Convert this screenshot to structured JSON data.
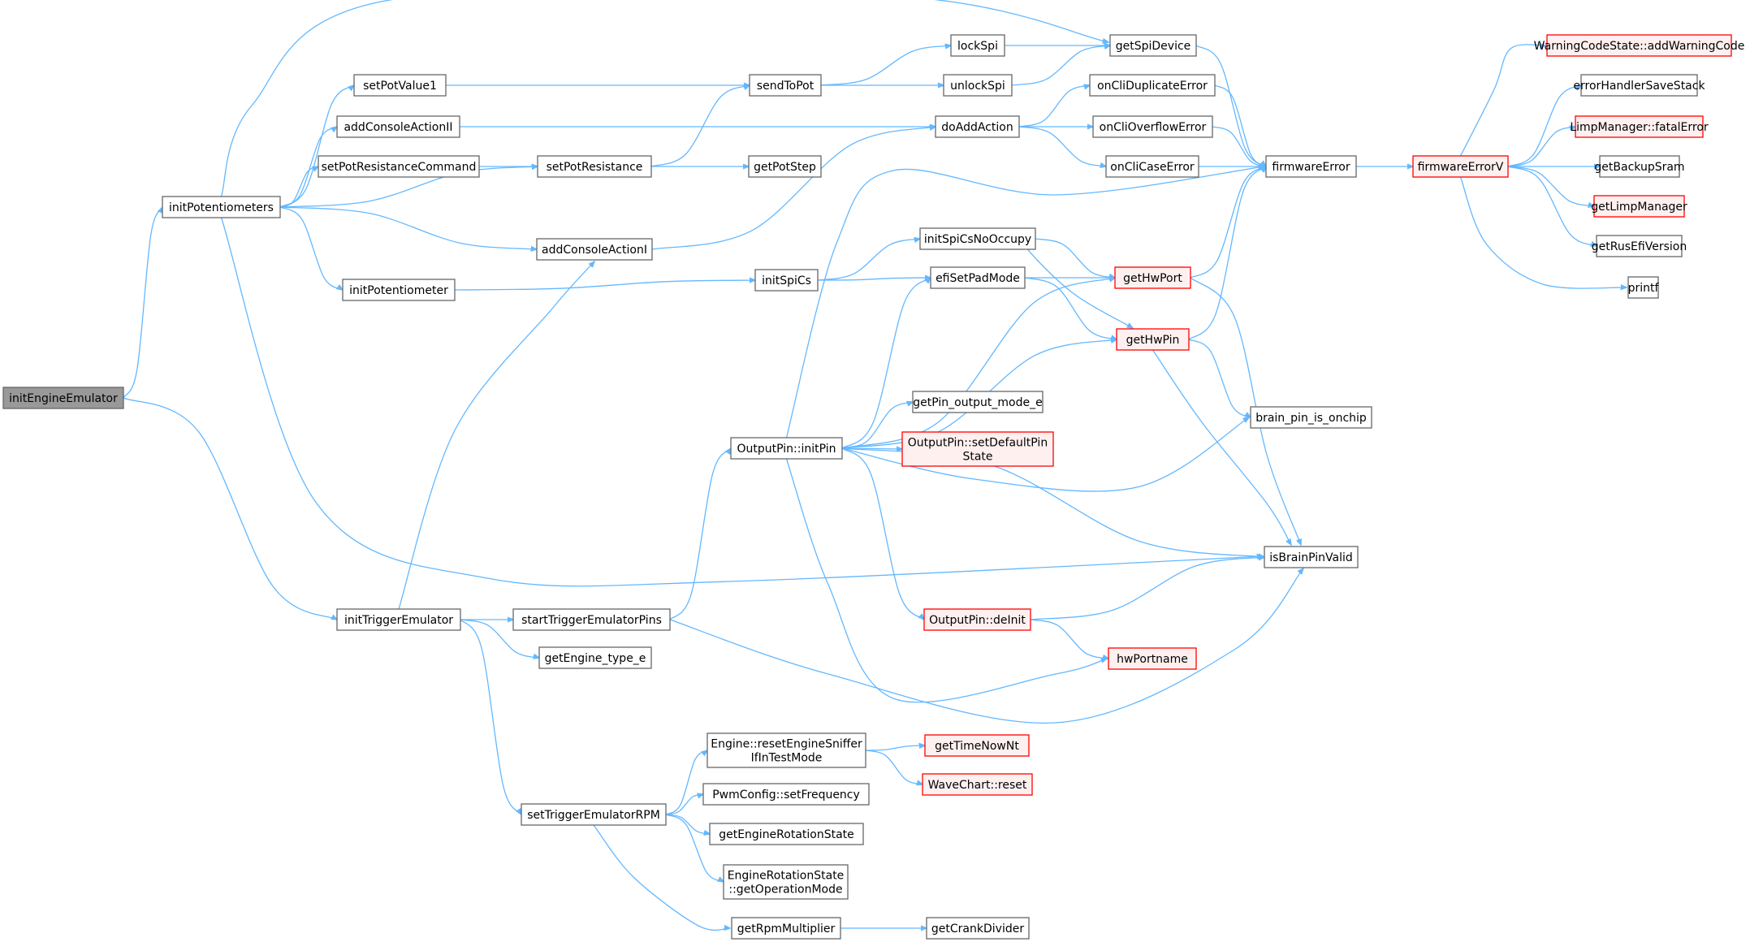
{
  "colors": {
    "edge": "#63b8ff",
    "node_border": "#666666",
    "node_fill": "#ffffff",
    "root_fill": "#999999",
    "root_border": "#666666",
    "red_border": "#ff0000",
    "red_fill": "#fff0f0",
    "text": "#000000"
  },
  "nodes": [
    {
      "id": "initEngineEmulator",
      "lines": [
        "initEngineEmulator"
      ],
      "style": "root"
    },
    {
      "id": "initPotentiometers",
      "lines": [
        "initPotentiometers"
      ],
      "style": "normal"
    },
    {
      "id": "initTriggerEmulator",
      "lines": [
        "initTriggerEmulator"
      ],
      "style": "normal"
    },
    {
      "id": "setPotValue1",
      "lines": [
        "setPotValue1"
      ],
      "style": "normal"
    },
    {
      "id": "addConsoleActionII",
      "lines": [
        "addConsoleActionII"
      ],
      "style": "normal"
    },
    {
      "id": "setPotResistanceCommand",
      "lines": [
        "setPotResistanceCommand"
      ],
      "style": "normal"
    },
    {
      "id": "setPotResistance",
      "lines": [
        "setPotResistance"
      ],
      "style": "normal"
    },
    {
      "id": "addConsoleActionI",
      "lines": [
        "addConsoleActionI"
      ],
      "style": "normal"
    },
    {
      "id": "initPotentiometer",
      "lines": [
        "initPotentiometer"
      ],
      "style": "normal"
    },
    {
      "id": "startTriggerEmulatorPins",
      "lines": [
        "startTriggerEmulatorPins"
      ],
      "style": "normal"
    },
    {
      "id": "getEngine_type_e",
      "lines": [
        "getEngine_type_e"
      ],
      "style": "normal"
    },
    {
      "id": "setTriggerEmulatorRPM",
      "lines": [
        "setTriggerEmulatorRPM"
      ],
      "style": "normal"
    },
    {
      "id": "sendToPot",
      "lines": [
        "sendToPot"
      ],
      "style": "normal"
    },
    {
      "id": "getPotStep",
      "lines": [
        "getPotStep"
      ],
      "style": "normal"
    },
    {
      "id": "initSpiCs",
      "lines": [
        "initSpiCs"
      ],
      "style": "normal"
    },
    {
      "id": "OutputPin::initPin",
      "lines": [
        "OutputPin::initPin"
      ],
      "style": "normal"
    },
    {
      "id": "Engine::resetEngineSnifferIfInTestMode",
      "lines": [
        "Engine::resetEngineSniffer",
        "IfInTestMode"
      ],
      "style": "normal"
    },
    {
      "id": "PwmConfig::setFrequency",
      "lines": [
        "PwmConfig::setFrequency"
      ],
      "style": "normal"
    },
    {
      "id": "getEngineRotationState",
      "lines": [
        "getEngineRotationState"
      ],
      "style": "normal"
    },
    {
      "id": "EngineRotationState::getOperationMode",
      "lines": [
        "EngineRotationState",
        "::getOperationMode"
      ],
      "style": "normal"
    },
    {
      "id": "getRpmMultiplier",
      "lines": [
        "getRpmMultiplier"
      ],
      "style": "normal"
    },
    {
      "id": "lockSpi",
      "lines": [
        "lockSpi"
      ],
      "style": "normal"
    },
    {
      "id": "unlockSpi",
      "lines": [
        "unlockSpi"
      ],
      "style": "normal"
    },
    {
      "id": "doAddAction",
      "lines": [
        "doAddAction"
      ],
      "style": "normal"
    },
    {
      "id": "initSpiCsNoOccupy",
      "lines": [
        "initSpiCsNoOccupy"
      ],
      "style": "normal"
    },
    {
      "id": "efiSetPadMode",
      "lines": [
        "efiSetPadMode"
      ],
      "style": "normal"
    },
    {
      "id": "getPin_output_mode_e",
      "lines": [
        "getPin_output_mode_e"
      ],
      "style": "normal"
    },
    {
      "id": "OutputPin::setDefaultPinState",
      "lines": [
        "OutputPin::setDefaultPin",
        "State"
      ],
      "style": "red"
    },
    {
      "id": "OutputPin::deInit",
      "lines": [
        "OutputPin::deInit"
      ],
      "style": "red"
    },
    {
      "id": "getTimeNowNt",
      "lines": [
        "getTimeNowNt"
      ],
      "style": "red"
    },
    {
      "id": "WaveChart::reset",
      "lines": [
        "WaveChart::reset"
      ],
      "style": "red"
    },
    {
      "id": "getCrankDivider",
      "lines": [
        "getCrankDivider"
      ],
      "style": "normal"
    },
    {
      "id": "getSpiDevice",
      "lines": [
        "getSpiDevice"
      ],
      "style": "normal"
    },
    {
      "id": "onCliDuplicateError",
      "lines": [
        "onCliDuplicateError"
      ],
      "style": "normal"
    },
    {
      "id": "onCliOverflowError",
      "lines": [
        "onCliOverflowError"
      ],
      "style": "normal"
    },
    {
      "id": "onCliCaseError",
      "lines": [
        "onCliCaseError"
      ],
      "style": "normal"
    },
    {
      "id": "getHwPort",
      "lines": [
        "getHwPort"
      ],
      "style": "red"
    },
    {
      "id": "getHwPin",
      "lines": [
        "getHwPin"
      ],
      "style": "red"
    },
    {
      "id": "hwPortname",
      "lines": [
        "hwPortname"
      ],
      "style": "red"
    },
    {
      "id": "firmwareError",
      "lines": [
        "firmwareError"
      ],
      "style": "normal"
    },
    {
      "id": "brain_pin_is_onchip",
      "lines": [
        "brain_pin_is_onchip"
      ],
      "style": "normal"
    },
    {
      "id": "isBrainPinValid",
      "lines": [
        "isBrainPinValid"
      ],
      "style": "normal"
    },
    {
      "id": "firmwareErrorV",
      "lines": [
        "firmwareErrorV"
      ],
      "style": "red"
    },
    {
      "id": "WarningCodeState::addWarningCode",
      "lines": [
        "WarningCodeState::addWarningCode"
      ],
      "style": "red"
    },
    {
      "id": "errorHandlerSaveStack",
      "lines": [
        "errorHandlerSaveStack"
      ],
      "style": "normal"
    },
    {
      "id": "LimpManager::fatalError",
      "lines": [
        "LimpManager::fatalError"
      ],
      "style": "red"
    },
    {
      "id": "getBackupSram",
      "lines": [
        "getBackupSram"
      ],
      "style": "normal"
    },
    {
      "id": "getLimpManager",
      "lines": [
        "getLimpManager"
      ],
      "style": "red"
    },
    {
      "id": "getRusEfiVersion",
      "lines": [
        "getRusEfiVersion"
      ],
      "style": "normal"
    },
    {
      "id": "printf",
      "lines": [
        "printf"
      ],
      "style": "normal"
    }
  ],
  "edges": [
    [
      "initEngineEmulator",
      "initPotentiometers"
    ],
    [
      "initEngineEmulator",
      "initTriggerEmulator"
    ],
    [
      "initPotentiometers",
      "getSpiDevice"
    ],
    [
      "initPotentiometers",
      "setPotValue1"
    ],
    [
      "initPotentiometers",
      "addConsoleActionII"
    ],
    [
      "initPotentiometers",
      "setPotResistanceCommand"
    ],
    [
      "initPotentiometers",
      "setPotResistance"
    ],
    [
      "initPotentiometers",
      "addConsoleActionI"
    ],
    [
      "initPotentiometers",
      "initPotentiometer"
    ],
    [
      "initPotentiometers",
      "isBrainPinValid"
    ],
    [
      "setPotValue1",
      "sendToPot"
    ],
    [
      "addConsoleActionII",
      "doAddAction"
    ],
    [
      "setPotResistanceCommand",
      "setPotResistance"
    ],
    [
      "setPotResistance",
      "sendToPot"
    ],
    [
      "setPotResistance",
      "getPotStep"
    ],
    [
      "addConsoleActionI",
      "doAddAction"
    ],
    [
      "initPotentiometer",
      "initSpiCs"
    ],
    [
      "sendToPot",
      "lockSpi"
    ],
    [
      "sendToPot",
      "unlockSpi"
    ],
    [
      "lockSpi",
      "getSpiDevice"
    ],
    [
      "unlockSpi",
      "getSpiDevice"
    ],
    [
      "getSpiDevice",
      "firmwareError"
    ],
    [
      "doAddAction",
      "onCliDuplicateError"
    ],
    [
      "doAddAction",
      "onCliOverflowError"
    ],
    [
      "doAddAction",
      "onCliCaseError"
    ],
    [
      "onCliDuplicateError",
      "firmwareError"
    ],
    [
      "onCliOverflowError",
      "firmwareError"
    ],
    [
      "onCliCaseError",
      "firmwareError"
    ],
    [
      "firmwareError",
      "firmwareErrorV"
    ],
    [
      "firmwareErrorV",
      "WarningCodeState::addWarningCode"
    ],
    [
      "firmwareErrorV",
      "errorHandlerSaveStack"
    ],
    [
      "firmwareErrorV",
      "LimpManager::fatalError"
    ],
    [
      "firmwareErrorV",
      "getBackupSram"
    ],
    [
      "firmwareErrorV",
      "getLimpManager"
    ],
    [
      "firmwareErrorV",
      "getRusEfiVersion"
    ],
    [
      "firmwareErrorV",
      "printf"
    ],
    [
      "initSpiCs",
      "initSpiCsNoOccupy"
    ],
    [
      "initSpiCs",
      "efiSetPadMode"
    ],
    [
      "initSpiCsNoOccupy",
      "getHwPort"
    ],
    [
      "initSpiCsNoOccupy",
      "getHwPin"
    ],
    [
      "efiSetPadMode",
      "getHwPort"
    ],
    [
      "efiSetPadMode",
      "getHwPin"
    ],
    [
      "getHwPort",
      "firmwareError"
    ],
    [
      "getHwPort",
      "isBrainPinValid"
    ],
    [
      "getHwPin",
      "firmwareError"
    ],
    [
      "getHwPin",
      "brain_pin_is_onchip"
    ],
    [
      "getHwPin",
      "isBrainPinValid"
    ],
    [
      "initTriggerEmulator",
      "addConsoleActionI"
    ],
    [
      "initTriggerEmulator",
      "startTriggerEmulatorPins"
    ],
    [
      "initTriggerEmulator",
      "getEngine_type_e"
    ],
    [
      "initTriggerEmulator",
      "setTriggerEmulatorRPM"
    ],
    [
      "startTriggerEmulatorPins",
      "OutputPin::initPin"
    ],
    [
      "startTriggerEmulatorPins",
      "isBrainPinValid"
    ],
    [
      "OutputPin::initPin",
      "firmwareError"
    ],
    [
      "OutputPin::initPin",
      "efiSetPadMode"
    ],
    [
      "OutputPin::initPin",
      "getHwPort"
    ],
    [
      "OutputPin::initPin",
      "getHwPin"
    ],
    [
      "OutputPin::initPin",
      "getPin_output_mode_e"
    ],
    [
      "OutputPin::initPin",
      "OutputPin::setDefaultPinState"
    ],
    [
      "OutputPin::initPin",
      "brain_pin_is_onchip"
    ],
    [
      "OutputPin::initPin",
      "isBrainPinValid"
    ],
    [
      "OutputPin::initPin",
      "OutputPin::deInit"
    ],
    [
      "OutputPin::initPin",
      "hwPortname"
    ],
    [
      "OutputPin::deInit",
      "isBrainPinValid"
    ],
    [
      "OutputPin::deInit",
      "hwPortname"
    ],
    [
      "setTriggerEmulatorRPM",
      "Engine::resetEngineSnifferIfInTestMode"
    ],
    [
      "setTriggerEmulatorRPM",
      "PwmConfig::setFrequency"
    ],
    [
      "setTriggerEmulatorRPM",
      "getEngineRotationState"
    ],
    [
      "setTriggerEmulatorRPM",
      "EngineRotationState::getOperationMode"
    ],
    [
      "setTriggerEmulatorRPM",
      "getRpmMultiplier"
    ],
    [
      "Engine::resetEngineSnifferIfInTestMode",
      "getTimeNowNt"
    ],
    [
      "Engine::resetEngineSnifferIfInTestMode",
      "WaveChart::reset"
    ],
    [
      "getRpmMultiplier",
      "getCrankDivider"
    ]
  ]
}
